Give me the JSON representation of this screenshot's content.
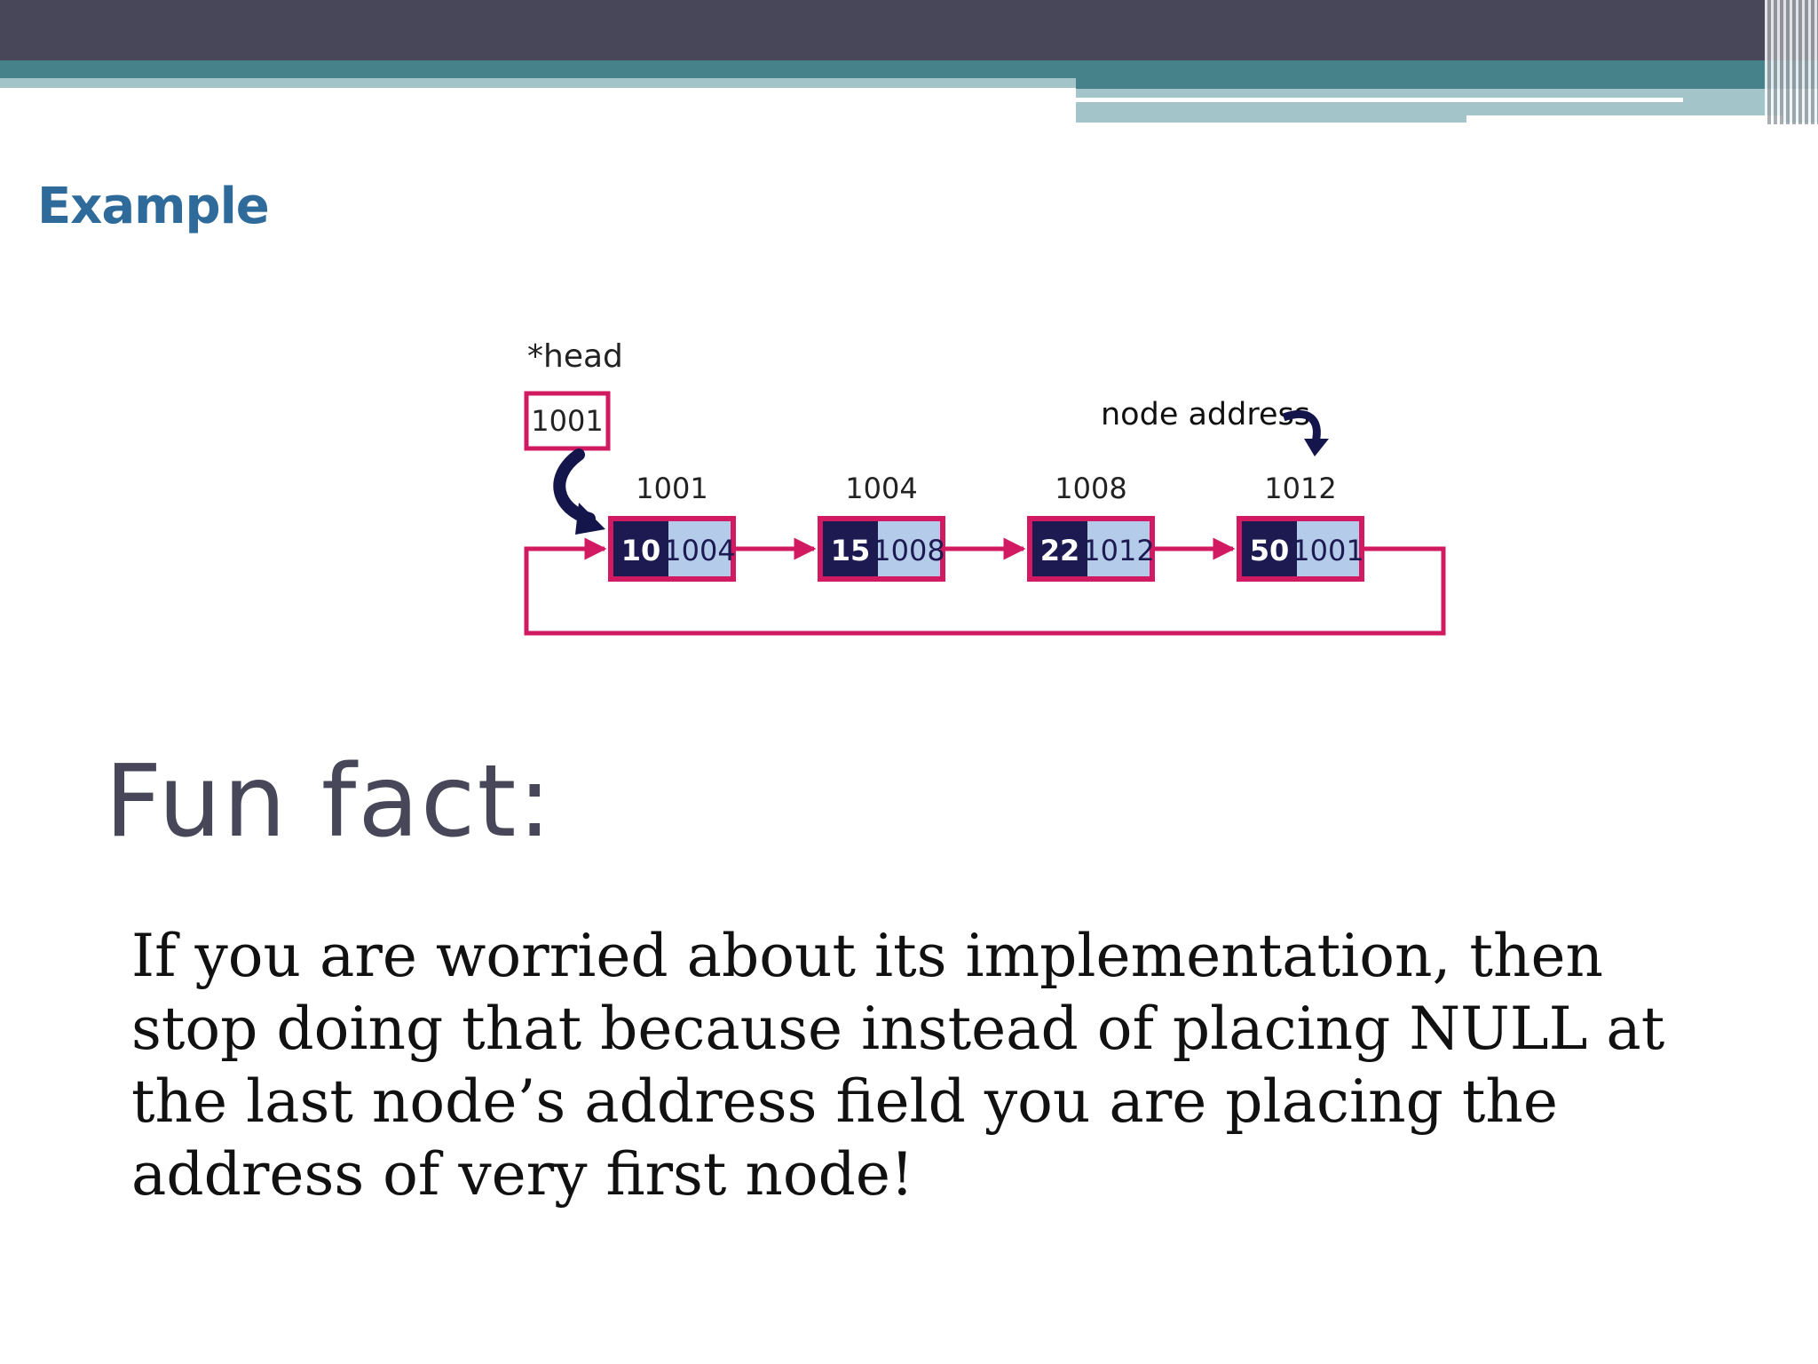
{
  "slide": {
    "example_title": "Example",
    "fun_title": "Fun fact:",
    "fact_text": "If you are worried about its implementation, then stop doing that because instead of placing NULL at the last node’s address field you are placing the address of very first node!"
  },
  "diagram": {
    "head_label": "*head",
    "head_value": "1001",
    "node_address_label": "node address",
    "nodes": [
      {
        "address": "1001",
        "data": "10",
        "next": "1004"
      },
      {
        "address": "1004",
        "data": "15",
        "next": "1008"
      },
      {
        "address": "1008",
        "data": "22",
        "next": "1012"
      },
      {
        "address": "1012",
        "data": "50",
        "next": "1001"
      }
    ],
    "colors": {
      "border": "#d21a62",
      "data_fill": "#1d1a52",
      "next_fill": "#b5cbea",
      "arrow": "#d21a62",
      "curved_arrow": "#14154a"
    }
  }
}
